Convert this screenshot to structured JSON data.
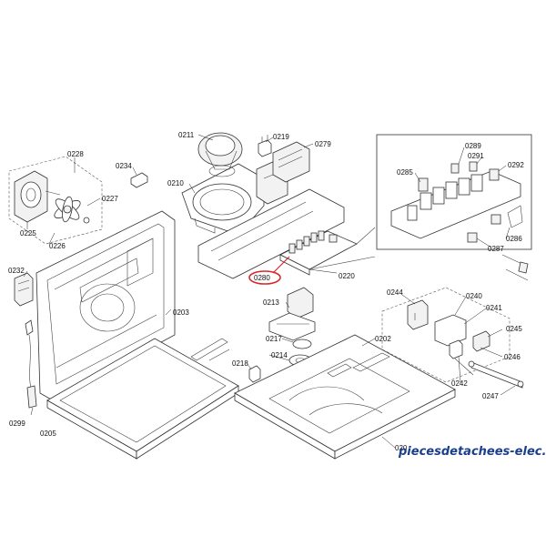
{
  "diagram": {
    "part_labels": {
      "p0211": "0211",
      "p0219": "0219",
      "p0279": "0279",
      "p0228": "0228",
      "p0234": "0234",
      "p0210": "0210",
      "p0227": "0227",
      "p0225": "0225",
      "p0226": "0226",
      "p0285": "0285",
      "p0289": "0289",
      "p0291": "0291",
      "p0292": "0292",
      "p0287": "0287",
      "p0286": "0286",
      "p0232": "0232",
      "p0280": "0280",
      "p0220": "0220",
      "p0203": "0203",
      "p0213": "0213",
      "p0244": "0244",
      "p0240": "0240",
      "p0241": "0241",
      "p0245": "0245",
      "p0217": "0217",
      "p0202": "0202",
      "p0246": "0246",
      "p0214": "0214",
      "p0218": "0218",
      "p0242": "0242",
      "p0247": "0247",
      "p0299": "0299",
      "p0205": "0205",
      "p0201": "020"
    },
    "highlight_color": "#d9262c",
    "line_color": "#333333"
  },
  "watermark": {
    "text": "piecesdetachees-elec.com",
    "color": "#1b3f8f"
  }
}
